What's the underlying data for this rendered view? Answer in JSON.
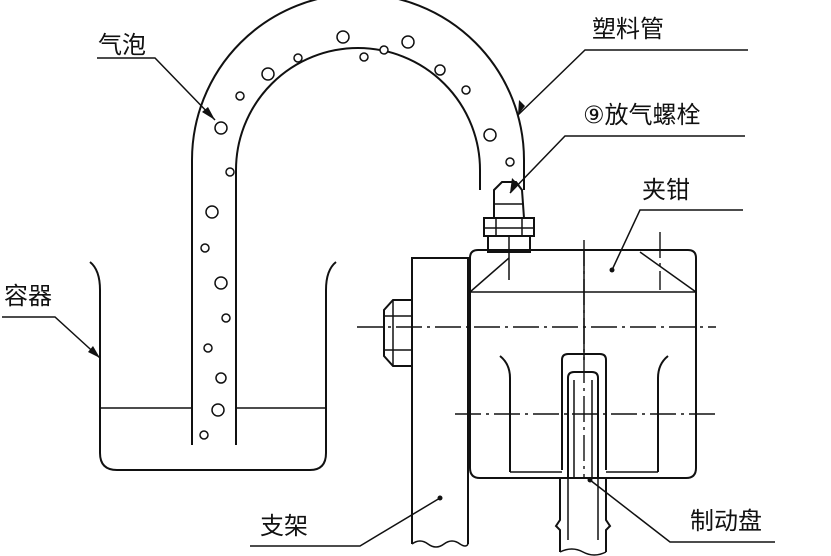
{
  "labels": {
    "bubbles": "气泡",
    "plastic_tube": "塑料管",
    "bleed_bolt": "⑨放气螺栓",
    "caliper": "夹钳",
    "container": "容器",
    "bracket": "支架",
    "brake_disc": "制动盘"
  }
}
